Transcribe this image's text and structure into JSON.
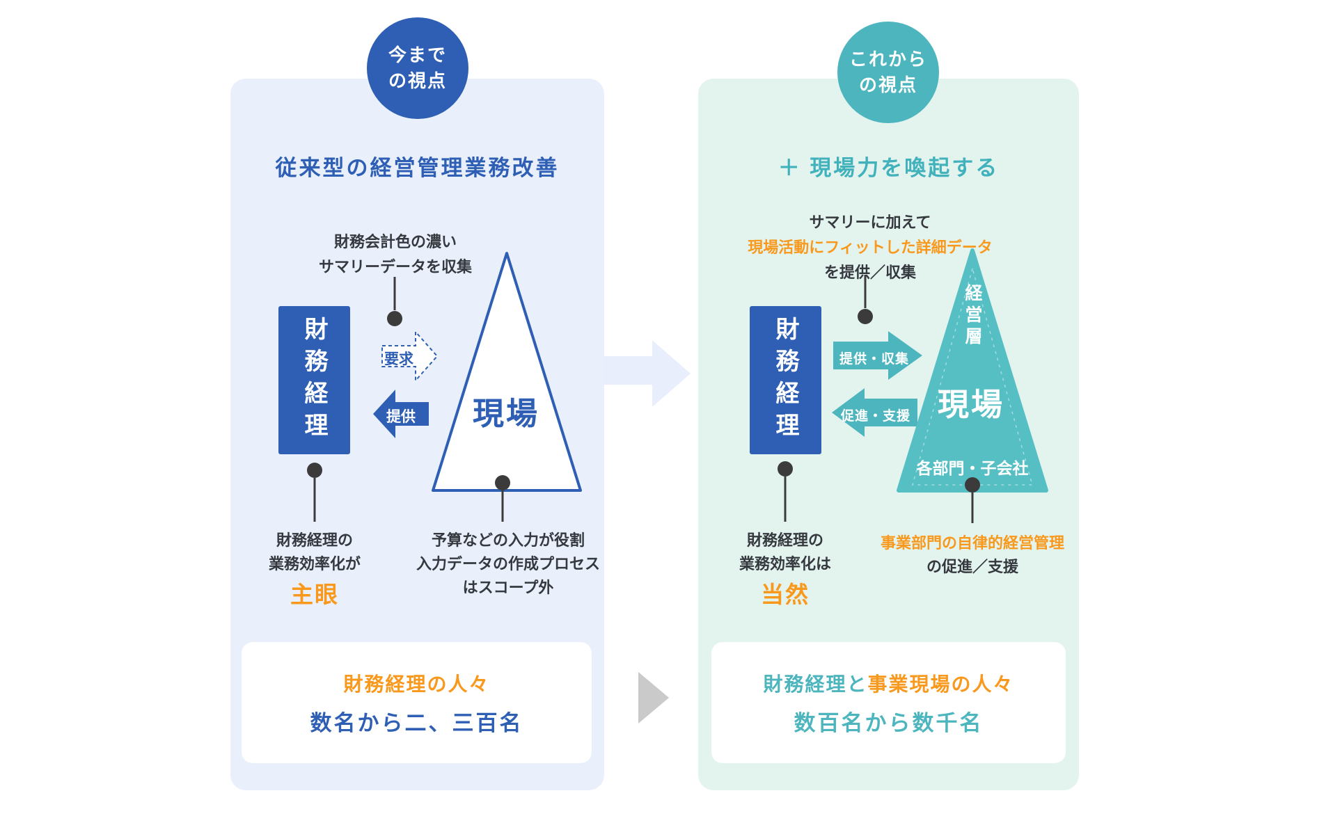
{
  "colors": {
    "blue": "#2e5fb4",
    "teal": "#4cb5bd",
    "teal_pyramid": "#55bfc4",
    "teal_title": "#41b1bb",
    "orange": "#f8991d",
    "dark_text": "#35393f",
    "left_panel_bg": "#e9f0fb",
    "right_panel_bg": "#e3f4ef",
    "pale_arrow": "#e8eefb",
    "gray_arrow": "#cacaca",
    "connector": "#3b3b3b"
  },
  "left": {
    "badge": {
      "line1": "今まで",
      "line2": "の視点"
    },
    "title": "従来型の経営管理業務改善",
    "top_note": {
      "line1": "財務会計色の濃い",
      "line2": "サマリーデータを収集"
    },
    "finance_box": "財務経理",
    "arrow_request": "要求",
    "arrow_provide": "提供",
    "triangle_label": "現場",
    "finance_note": {
      "line1": "財務経理の",
      "line2": "業務効率化が",
      "emphasis": "主眼"
    },
    "field_note": {
      "line1": "予算などの入力が役割",
      "line2": "入力データの作成プロセス",
      "line3": "はスコープ外"
    },
    "summary": {
      "line1": "財務経理の人々",
      "line2": "数名から二、三百名"
    }
  },
  "right": {
    "badge": {
      "line1": "これから",
      "line2": "の視点"
    },
    "title": "＋ 現場力を喚起する",
    "top_note": {
      "line1": "サマリーに加えて",
      "line2": "現場活動にフィットした詳細データ",
      "line3": "を提供／収集"
    },
    "finance_box": "財務経理",
    "arrow_provide_collect": "提供・収集",
    "arrow_promote_support": "促進・支援",
    "pyramid": {
      "top": "経営層",
      "middle": "現場",
      "bottom": "各部門・子会社"
    },
    "finance_note": {
      "line1": "財務経理の",
      "line2": "業務効率化は",
      "emphasis": "当然"
    },
    "field_note": {
      "line1": "事業部門の自律的経営管理",
      "line2": "の促進／支援"
    },
    "summary": {
      "line1_teal": "財務経理と",
      "line1_orange": "事業現場の人々",
      "line2": "数百名から数千名"
    }
  }
}
